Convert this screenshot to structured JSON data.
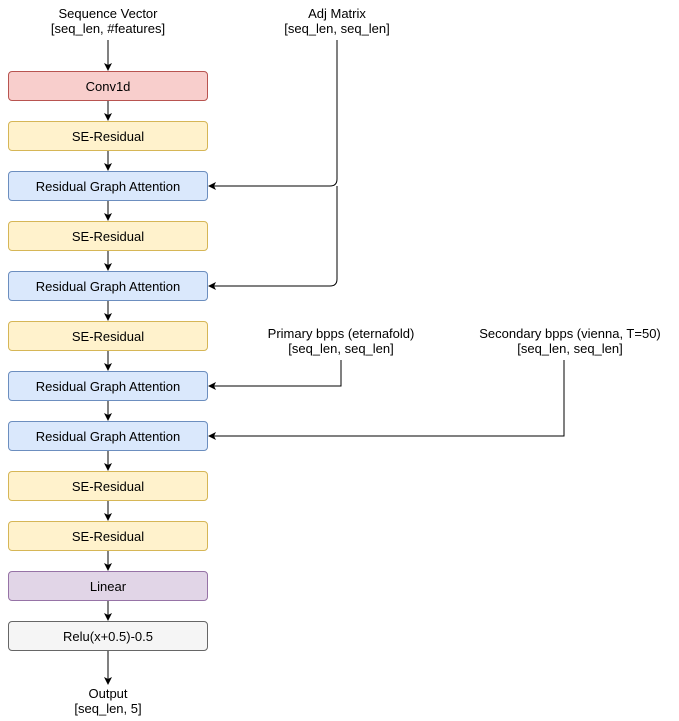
{
  "inputs": {
    "sequence_vector": {
      "name": "Sequence Vector",
      "shape": "[seq_len, #features]"
    },
    "adj_matrix": {
      "name": "Adj Matrix",
      "shape": "[seq_len, seq_len]"
    },
    "primary_bpps": {
      "name": "Primary bpps (eternafold)",
      "shape": "[seq_len, seq_len]"
    },
    "secondary_bpps": {
      "name": "Secondary bpps (vienna, T=50)",
      "shape": "[seq_len, seq_len]"
    }
  },
  "output": {
    "name": "Output",
    "shape": "[seq_len, 5]"
  },
  "blocks": [
    {
      "label": "Conv1d",
      "fill": "#f8cecc",
      "stroke": "#b85450"
    },
    {
      "label": "SE-Residual",
      "fill": "#fff2cc",
      "stroke": "#d6b656"
    },
    {
      "label": "Residual Graph Attention",
      "fill": "#dae8fc",
      "stroke": "#6c8ebf"
    },
    {
      "label": "SE-Residual",
      "fill": "#fff2cc",
      "stroke": "#d6b656"
    },
    {
      "label": "Residual Graph Attention",
      "fill": "#dae8fc",
      "stroke": "#6c8ebf"
    },
    {
      "label": "SE-Residual",
      "fill": "#fff2cc",
      "stroke": "#d6b656"
    },
    {
      "label": "Residual Graph Attention",
      "fill": "#dae8fc",
      "stroke": "#6c8ebf"
    },
    {
      "label": "Residual Graph Attention",
      "fill": "#dae8fc",
      "stroke": "#6c8ebf"
    },
    {
      "label": "SE-Residual",
      "fill": "#fff2cc",
      "stroke": "#d6b656"
    },
    {
      "label": "SE-Residual",
      "fill": "#fff2cc",
      "stroke": "#d6b656"
    },
    {
      "label": "Linear",
      "fill": "#e1d5e7",
      "stroke": "#9673a6"
    },
    {
      "label": "Relu(x+0.5)-0.5",
      "fill": "#f5f5f5",
      "stroke": "#666666"
    }
  ],
  "edge_color": "#000000"
}
